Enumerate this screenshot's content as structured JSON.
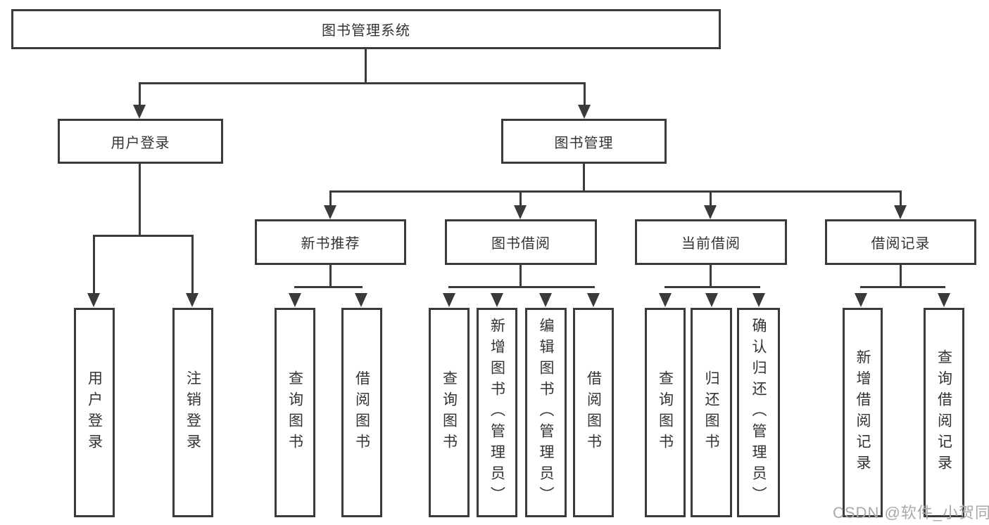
{
  "tree": {
    "label": "图书管理系统",
    "children": [
      {
        "label": "用户登录",
        "children": [
          {
            "label": "用户登录"
          },
          {
            "label": "注销登录"
          }
        ]
      },
      {
        "label": "图书管理",
        "children": [
          {
            "label": "新书推荐",
            "children": [
              {
                "label": "查询图书"
              },
              {
                "label": "借阅图书"
              }
            ]
          },
          {
            "label": "图书借阅",
            "children": [
              {
                "label": "查询图书"
              },
              {
                "label": "新增图书（管理员）"
              },
              {
                "label": "编辑图书（管理员）"
              },
              {
                "label": "借阅图书"
              }
            ]
          },
          {
            "label": "当前借阅",
            "children": [
              {
                "label": "查询图书"
              },
              {
                "label": "归还图书"
              },
              {
                "label": "确认归还（管理员）"
              }
            ]
          },
          {
            "label": "借阅记录",
            "children": [
              {
                "label": "新增借阅记录"
              },
              {
                "label": "查询借阅记录"
              }
            ]
          }
        ]
      }
    ]
  },
  "watermark": {
    "text": "CSDN @软件_小贺同学"
  },
  "colors": {
    "line": "#3a3a3a",
    "text": "#333333",
    "background": "#ffffff",
    "watermark": "#a9a9a9"
  }
}
